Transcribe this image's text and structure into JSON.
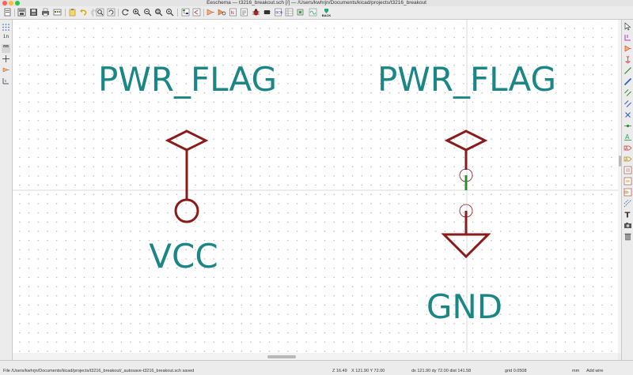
{
  "window": {
    "title": "Eeschema — t3216_breakout.sch [/] — /Users/kwhrjn/Documents/kicad/projects/t3216_breakout"
  },
  "toolbar": {
    "back_label": "BACK"
  },
  "left_toolbar": {
    "units_in": "in",
    "units_mm": "mm"
  },
  "schematic": {
    "symbols": [
      {
        "label": "PWR_FLAG"
      },
      {
        "label": "PWR_FLAG"
      },
      {
        "label": "VCC"
      },
      {
        "label": "GND"
      }
    ]
  },
  "status": {
    "file_message": "File /Users/kwhrjn/Documents/kicad/projects/t3216_breakout/_autosave-t3216_breakout.sch saved",
    "zoom": "Z 16.49",
    "xy": "X 121.90  Y 72.00",
    "delta": "dx 121.90  dy 72.00  dist 141.58",
    "grid": "grid 0.0508",
    "units": "mm",
    "mode": "Add wire"
  },
  "colors": {
    "symbol": "#8b1a1a",
    "text": "#1b8686",
    "wire": "#2e8b2e",
    "canvas": "#ffffff"
  }
}
